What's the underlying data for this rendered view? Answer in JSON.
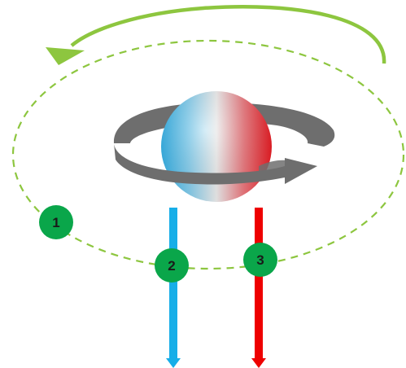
{
  "markers": [
    {
      "label": "1",
      "color": "#0aa64a"
    },
    {
      "label": "2",
      "color": "#0aa64a"
    },
    {
      "label": "3",
      "color": "#0aa64a"
    }
  ],
  "colors": {
    "orbit_path": "#8dc63f",
    "rotation_arrow": "#8dc63f",
    "ring": "#6e6e6e",
    "sphere_left": "#2fb3ec",
    "sphere_right": "#ee1c24",
    "beam_2": "#17aee8",
    "beam_3": "#ee0000"
  },
  "icons": {
    "rotation_arrow": "curved-arrow-icon",
    "ring_arrow": "ring-arrow-icon"
  }
}
